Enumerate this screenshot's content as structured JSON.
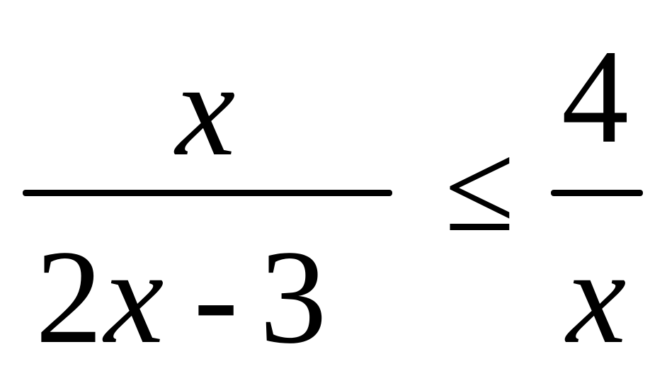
{
  "expression": {
    "lhs": {
      "numerator": "x",
      "denominator": {
        "coefficient": "2",
        "variable": "x",
        "operator": "-",
        "constant": "3"
      }
    },
    "relation": "≤",
    "rhs": {
      "numerator": "4",
      "denominator": "x"
    }
  }
}
